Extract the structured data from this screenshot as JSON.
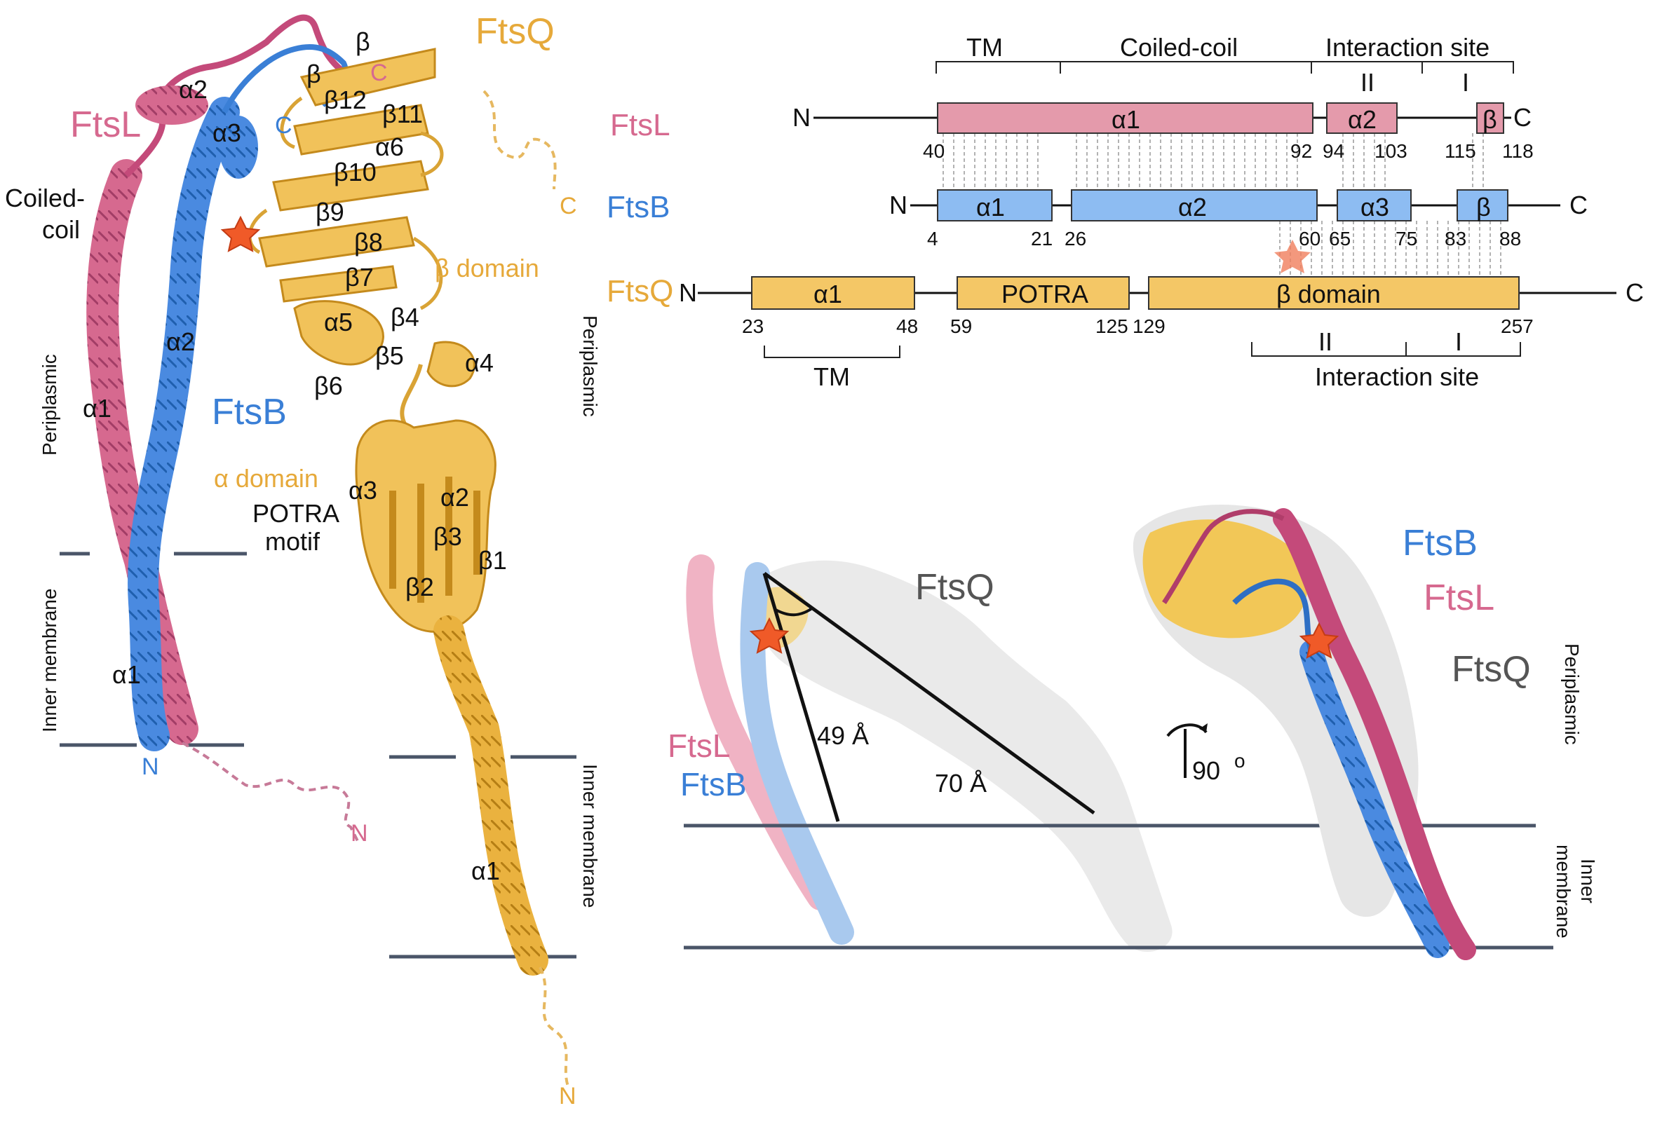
{
  "colors": {
    "ftsl": "#d6698f",
    "ftsl_dark": "#c44a7a",
    "ftsl_box": "#e49aab",
    "ftsb": "#3a7fd6",
    "ftsb_light": "#8dbbef",
    "ftsb_box": "#8dbcf2",
    "ftsq": "#e6a93a",
    "ftsq_light": "#f1c55a",
    "ftsq_box": "#f4c766",
    "membrane": "#4a5568",
    "surface": "#e8e8e8",
    "star": "#f05a28"
  },
  "left_panel": {
    "ftsl_title": "FtsL",
    "ftsb_title": "FtsB",
    "ftsq_title": "FtsQ",
    "coiled_coil": [
      "Coiled-",
      "coil"
    ],
    "periplasmic": "Periplasmic",
    "inner_membrane": "Inner membrane",
    "periplasmic_right": "Periplasmic",
    "inner_membrane_right": "Inner membrane",
    "beta_domain": "β domain",
    "alpha_domain": "α domain",
    "potra_motif": [
      "POTRA",
      "motif"
    ],
    "terminals": {
      "ftsl_c": "C",
      "ftsb_c": "C",
      "ftsq_c": "C",
      "ftsb_n": "N",
      "ftsl_n": "N",
      "ftsq_n": "N"
    },
    "ftsl_labels": {
      "a1": "α1",
      "a1_membrane": "α1",
      "a2": "α2",
      "beta": "β"
    },
    "ftsb_labels": {
      "a2": "α2",
      "a3": "α3",
      "a1": "α1",
      "beta": "β"
    },
    "ftsq_labels": {
      "b12": "β12",
      "b11": "β11",
      "a6": "α6",
      "b10": "β10",
      "b9": "β9",
      "b8": "β8",
      "b7": "β7",
      "a5": "α5",
      "b4": "β4",
      "b5": "β5",
      "a4": "α4",
      "b6": "β6",
      "a3": "α3",
      "a2": "α2",
      "b3": "β3",
      "b1": "β1",
      "b2": "β2",
      "a1": "α1"
    }
  },
  "topology": {
    "region_labels": {
      "tm": "TM",
      "coiled": "Coiled-coil",
      "interaction": "Interaction site",
      "site2": "II",
      "site1": "I"
    },
    "ftsl": {
      "name": "FtsL",
      "n": "N",
      "c": "C",
      "segments": [
        {
          "label": "α1",
          "start": "40",
          "end": "92"
        },
        {
          "label": "α2",
          "start": "94",
          "end": "103"
        },
        {
          "label": "β",
          "start": "115",
          "end": "118"
        }
      ]
    },
    "ftsb": {
      "name": "FtsB",
      "n": "N",
      "c": "C",
      "segments": [
        {
          "label": "α1",
          "start": "4",
          "end": "21"
        },
        {
          "label": "α2",
          "start": "26",
          "end": "60"
        },
        {
          "label": "α3",
          "start": "65",
          "end": "75"
        },
        {
          "label": "β",
          "start": "83",
          "end": "88"
        }
      ]
    },
    "ftsq": {
      "name": "FtsQ",
      "n": "N",
      "c": "C",
      "segments": [
        {
          "label": "α1",
          "start": "23",
          "end": "48"
        },
        {
          "label": "POTRA",
          "start": "59",
          "end": "125"
        },
        {
          "label": "β domain",
          "start": "129",
          "end": "257"
        }
      ]
    },
    "bottom_labels": {
      "tm": "TM",
      "site2": "II",
      "site1": "I",
      "interaction": "Interaction site"
    }
  },
  "middle_panel": {
    "ftsq": "FtsQ",
    "ftsl": "FtsL",
    "ftsb": "FtsB",
    "dist1": "49 Å",
    "dist2": "70 Å"
  },
  "right_panel": {
    "ftsb": "FtsB",
    "ftsl": "FtsL",
    "ftsq": "FtsQ",
    "rotation": "90",
    "rotation_unit": "o",
    "periplasmic": "Periplasmic",
    "inner_membrane": [
      "Inner",
      "membrane"
    ]
  }
}
